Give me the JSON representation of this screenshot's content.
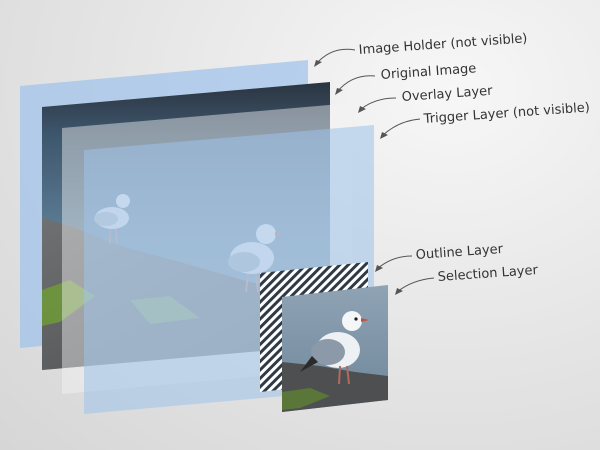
{
  "labels": {
    "image_holder": "Image Holder (not visible)",
    "original_image": "Original Image",
    "overlay_layer": "Overlay Layer",
    "trigger_layer": "Trigger Layer (not visible)",
    "outline_layer": "Outline Layer",
    "selection_layer": "Selection Layer"
  },
  "colors": {
    "layer_blue": "#9fc2ea",
    "overlay_white": "#f2f2f2",
    "water": "#5a7a94",
    "rock": "#5e6062",
    "moss": "#6f9a3a",
    "gull_body": "#e8ecf0",
    "gull_wing": "#9aa6b4",
    "label_text": "#333333",
    "arrow": "#555555"
  },
  "icons": {
    "gull": "seagull-photo",
    "arrow": "curved-callout-arrow"
  }
}
